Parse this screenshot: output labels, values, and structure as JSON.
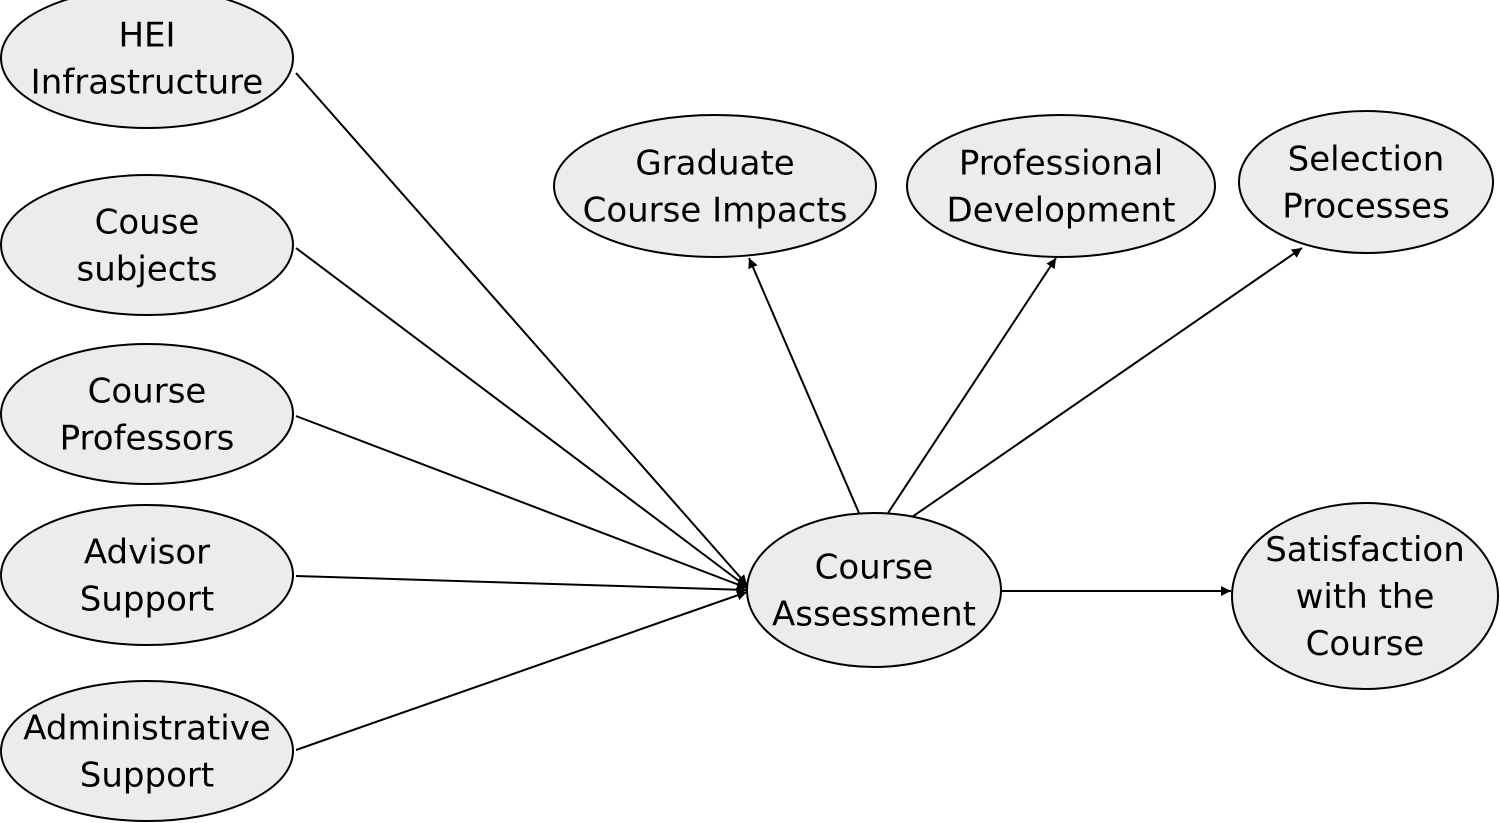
{
  "nodes": {
    "hei_infrastructure": {
      "lines": [
        "HEI",
        "Infrastructure"
      ]
    },
    "course_subjects": {
      "lines": [
        "Couse",
        "subjects"
      ]
    },
    "course_professors": {
      "lines": [
        "Course",
        "Professors"
      ]
    },
    "advisor_support": {
      "lines": [
        "Advisor",
        "Support"
      ]
    },
    "administrative_support": {
      "lines": [
        "Administrative",
        "Support"
      ]
    },
    "course_assessment": {
      "lines": [
        "Course",
        "Assessment"
      ]
    },
    "graduate_course_impacts": {
      "lines": [
        "Graduate",
        "Course Impacts"
      ]
    },
    "professional_development": {
      "lines": [
        "Professional",
        "Development"
      ]
    },
    "selection_processes": {
      "lines": [
        "Selection",
        "Processes"
      ]
    },
    "satisfaction_with_course": {
      "lines": [
        "Satisfaction",
        "with the",
        "Course"
      ]
    }
  },
  "edges": [
    {
      "from": "hei_infrastructure",
      "to": "course_assessment"
    },
    {
      "from": "course_subjects",
      "to": "course_assessment"
    },
    {
      "from": "course_professors",
      "to": "course_assessment"
    },
    {
      "from": "advisor_support",
      "to": "course_assessment"
    },
    {
      "from": "administrative_support",
      "to": "course_assessment"
    },
    {
      "from": "course_assessment",
      "to": "graduate_course_impacts"
    },
    {
      "from": "course_assessment",
      "to": "professional_development"
    },
    {
      "from": "course_assessment",
      "to": "selection_processes"
    },
    {
      "from": "course_assessment",
      "to": "satisfaction_with_course"
    }
  ],
  "colors": {
    "node_fill": "#ececec",
    "stroke": "#000000",
    "background": "#ffffff"
  }
}
